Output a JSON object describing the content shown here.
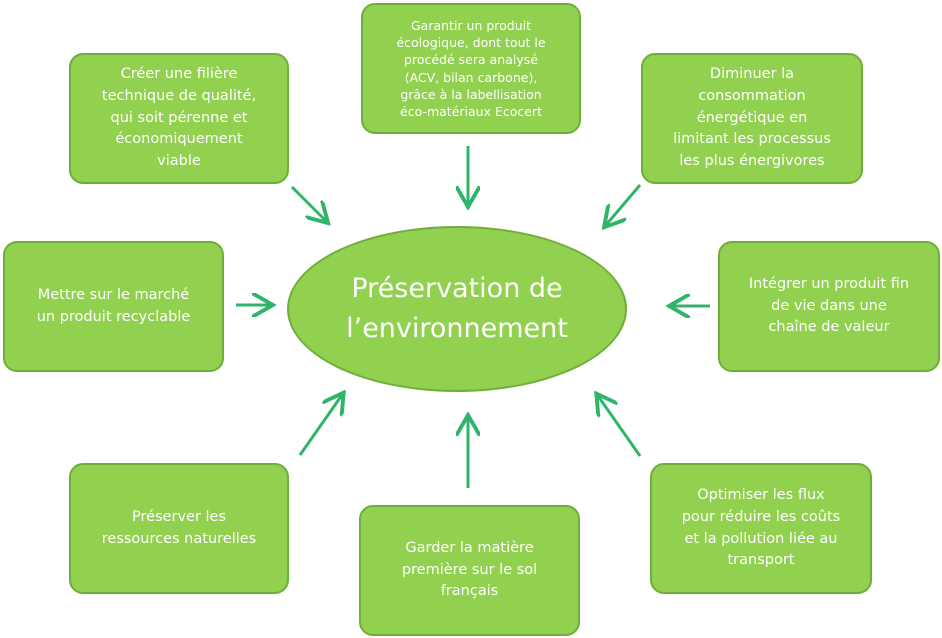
{
  "center": {
    "line1": "Préservation de",
    "line2": "l’environnement"
  },
  "nodes": {
    "top": [
      "Garantir un produit",
      "écologique, dont tout le",
      "procédé sera analysé",
      "(ACV, bilan carbone),",
      "grâce à la labellisation",
      "éco-matériaux Ecocert"
    ],
    "top_left": [
      "Créer une filière",
      "technique de qualité,",
      "qui soit pérenne et",
      "économiquement",
      "viable"
    ],
    "top_right": [
      "Diminuer la",
      "consommation",
      "énergétique en",
      "limitant les processus",
      "les plus énergivores"
    ],
    "left": [
      "Mettre sur le marché",
      "un produit recyclable"
    ],
    "right": [
      "Intégrer un produit fin",
      "de vie dans une",
      "chaîne de valeur"
    ],
    "bottom_left": [
      "Préserver les",
      "ressources naturelles"
    ],
    "bottom": [
      "Garder la matière",
      "première sur le sol",
      "français"
    ],
    "bottom_right": [
      "Optimiser les flux",
      "pour réduire les coûts",
      "et la pollution liée au",
      "transport"
    ]
  },
  "colors": {
    "fill": "#92d050",
    "border": "#6fae3a",
    "arrow": "#2fb46a",
    "text": "#ffffff"
  }
}
